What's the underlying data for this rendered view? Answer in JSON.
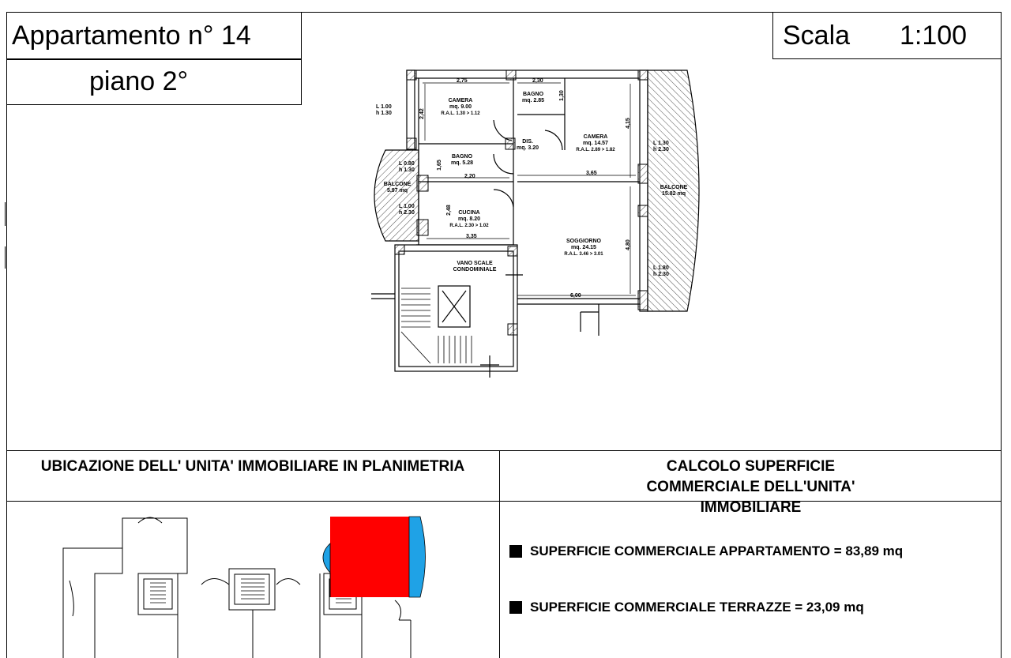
{
  "header": {
    "apartment": "Appartamento n° 14",
    "floor": "piano 2°",
    "scale_label": "Scala",
    "scale_value": "1:100"
  },
  "floorplan": {
    "rooms": [
      {
        "name": "CAMERA",
        "area": "mq. 9.00",
        "ral": "R.A.L. 1.30 > 1.12"
      },
      {
        "name": "BAGNO",
        "area": "mq. 2.85",
        "ral": ""
      },
      {
        "name": "CAMERA",
        "area": "mq. 14.57",
        "ral": "R.A.L. 2.89 > 1.82"
      },
      {
        "name": "DIS.",
        "area": "mq. 3.20",
        "ral": ""
      },
      {
        "name": "BAGNO",
        "area": "mq. 5.28",
        "ral": ""
      },
      {
        "name": "BALCONE",
        "area": "5.97 mq",
        "ral": ""
      },
      {
        "name": "CUCINA",
        "area": "mq. 8.20",
        "ral": "R.A.L. 2.30 > 1.02"
      },
      {
        "name": "BALCONE",
        "area": "15.82 mq",
        "ral": ""
      },
      {
        "name": "SOGGIORNO",
        "area": "mq. 24.15",
        "ral": "R.A.L. 3.46 > 3.01"
      },
      {
        "name": "VANO SCALE",
        "area": "CONDOMINIALE",
        "ral": ""
      }
    ],
    "windows": [
      {
        "l": "L 1.00",
        "h": "h 1.30"
      },
      {
        "l": "L 1.30",
        "h": "h 2.30"
      },
      {
        "l": "L 0.80",
        "h": "h 1.30"
      },
      {
        "l": "L 1.00",
        "h": "h 2.30"
      },
      {
        "l": "L 1.80",
        "h": "h 2.30"
      }
    ],
    "dimensions": [
      "2,75",
      "2,30",
      "1,30",
      "2,42",
      "4,15",
      "1,65",
      "2,20",
      "3,65",
      "2,48",
      "3,35",
      "4,80",
      "6,00"
    ]
  },
  "sections": {
    "location_title": "UBICAZIONE DELL' UNITA' IMMOBILIARE IN PLANIMETRIA",
    "calc_title": "CALCOLO SUPERFICIE COMMERCIALE DELL'UNITA' IMMOBILIARE"
  },
  "calc": {
    "apartment_line": "SUPERFICIE COMMERCIALE APPARTAMENTO = 83,89 mq",
    "terrace_line": "SUPERFICIE COMMERCIALE TERRAZZE = 23,09 mq"
  },
  "colors": {
    "highlight_unit": "#ff0000",
    "highlight_balcony": "#1fa2e6",
    "hatch": "#444444"
  }
}
